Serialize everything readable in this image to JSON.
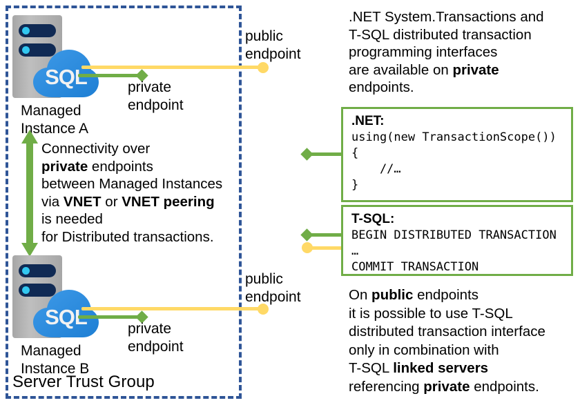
{
  "diagram": {
    "title": "Azure SQL Managed Instance distributed transactions endpoints",
    "colors": {
      "trust_group_border": "#2f5597",
      "private_endpoint_line": "#70ad47",
      "public_endpoint_line": "#ffd966",
      "code_box_border": "#70ad47",
      "sql_cloud": "#2f8ee0",
      "server_body": "#a6a6a6",
      "server_bar": "#102a54",
      "server_led": "#32c7f0"
    }
  },
  "trust_group": {
    "label": "Server Trust Group"
  },
  "instances": [
    {
      "id": "managed-instance-a",
      "icon_text": "SQL",
      "label_line1": "Managed",
      "label_line2": "Instance A",
      "public_endpoint_label_line1": "public",
      "public_endpoint_label_line2": "endpoint",
      "private_endpoint_label_line1": "private",
      "private_endpoint_label_line2": "endpoint"
    },
    {
      "id": "managed-instance-b",
      "icon_text": "SQL",
      "label_line1": "Managed",
      "label_line2": "Instance B",
      "public_endpoint_label_line1": "public",
      "public_endpoint_label_line2": "endpoint",
      "private_endpoint_label_line1": "private",
      "private_endpoint_label_line2": "endpoint"
    }
  ],
  "connectivity_note": {
    "line1": "Connectivity over",
    "line2_bold": "private",
    "line2_rest": " endpoints",
    "line3": "between Managed Instances",
    "line4_pre": "via ",
    "line4_bold1": "VNET",
    "line4_mid": " or ",
    "line4_bold2": "VNET peering",
    "line5": "is needed",
    "line6": "for Distributed transactions."
  },
  "right_top_note": {
    "line1": ".NET System.Transactions and",
    "line2": "T-SQL distributed transaction",
    "line3": "programming interfaces",
    "line4_pre": "are available on ",
    "line4_bold": "private",
    "line5": "endpoints."
  },
  "code_boxes": [
    {
      "id": "dotnet-code-box",
      "header": ".NET:",
      "code": "using(new TransactionScope())\n{\n    //…\n}"
    },
    {
      "id": "tsql-code-box",
      "header": "T-SQL:",
      "code": "BEGIN DISTRIBUTED TRANSACTION\n…\nCOMMIT TRANSACTION"
    }
  ],
  "right_bottom_note": {
    "line1_pre": "On ",
    "line1_bold": "public",
    "line1_post": " endpoints",
    "line2": "it is possible to use T-SQL",
    "line3": "distributed transaction interface",
    "line4": "only in combination with",
    "line5_pre": "T-SQL ",
    "line5_bold": "linked servers",
    "line6_pre": "referencing ",
    "line6_bold": "private",
    "line6_post": " endpoints."
  }
}
